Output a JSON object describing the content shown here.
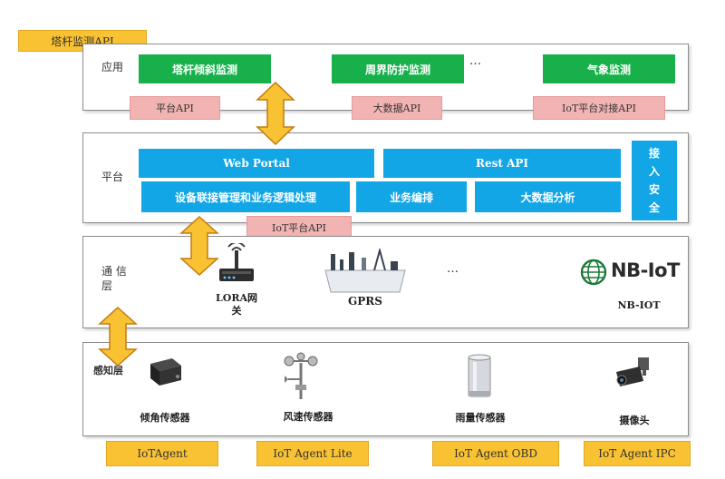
{
  "title": "塔杆监测API",
  "app_layer": {
    "label": "应用",
    "modules": [
      "塔杆倾斜监测",
      "周界防护监测",
      "气象监测"
    ],
    "ellipsis": "…",
    "apis": [
      "平台API",
      "大数据API",
      "IoT平台对接API"
    ]
  },
  "platform_layer": {
    "label": "平台",
    "web_portal": "Web Portal",
    "rest_api": "Rest API",
    "device_mgmt": "设备联接管理和业务逻辑处理",
    "orchestration": "业务编排",
    "big_data": "大数据分析",
    "security": [
      "接",
      "入",
      "安",
      "全"
    ],
    "iot_api": "IoT平台API"
  },
  "comm_layer": {
    "label_lines": [
      "通 信",
      "层"
    ],
    "lora_lines": [
      "LORA网",
      "关"
    ],
    "gprs": "GPRS",
    "ellipsis": "…",
    "nbiot_logo": "NB-IoT",
    "nbiot": "NB-IOT"
  },
  "sensing_layer": {
    "label": "感知层",
    "devices": [
      "倾角传感器",
      "风速传感器",
      "雨量传感器",
      "摄像头"
    ]
  },
  "agents": [
    "IoTAgent",
    "IoT Agent Lite",
    "IoT Agent OBD",
    "IoT Agent IPC"
  ],
  "colors": {
    "module_green": "#18b04a",
    "platform_blue": "#12a6e6",
    "api_pink": "#f2b3b3",
    "title_orange": "#f8c233",
    "arrow_fill": "#f8c233",
    "arrow_stroke": "#c57a10",
    "nbiot_green": "#1a7a36"
  }
}
